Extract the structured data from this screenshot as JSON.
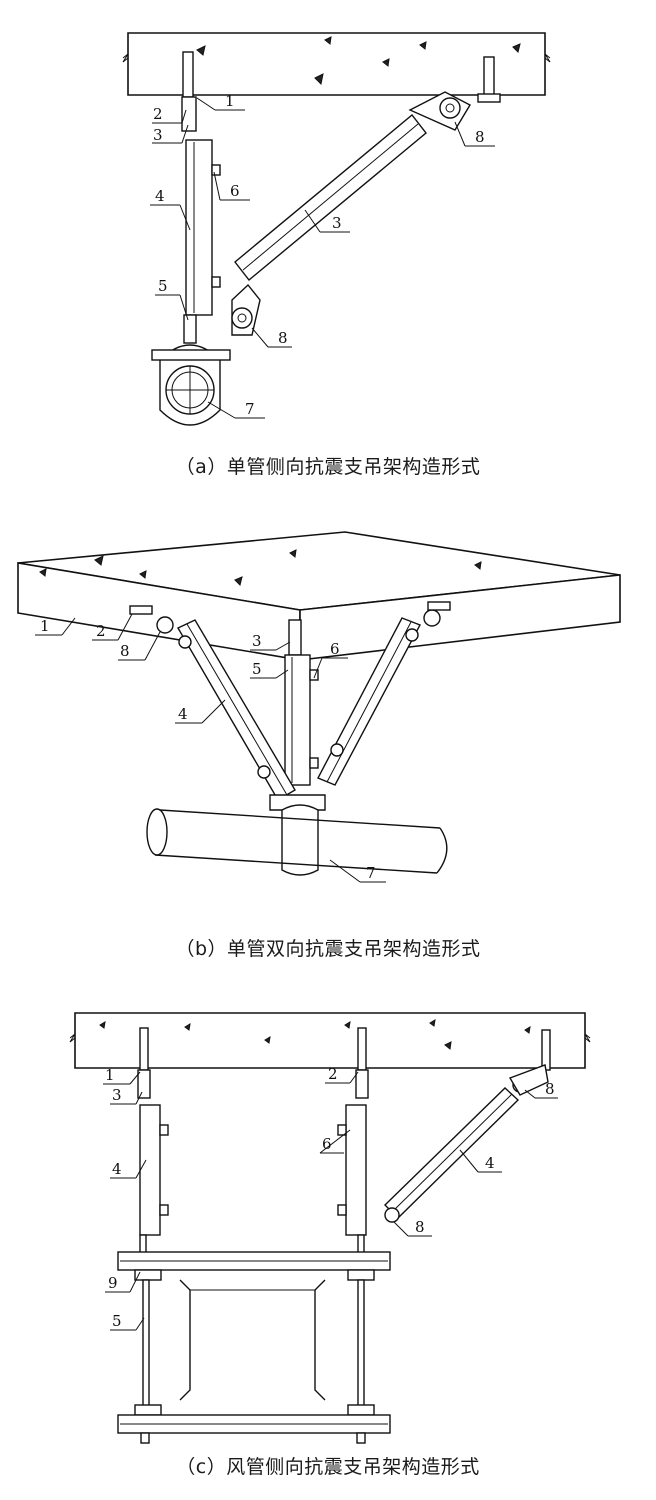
{
  "captions": {
    "a": "（a）单管侧向抗震支吊架构造形式",
    "b": "（b）单管双向抗震支吊架构造形式",
    "c": "（c）风管侧向抗震支吊架构造形式"
  },
  "labels": {
    "a": [
      "1",
      "2",
      "3",
      "3",
      "4",
      "5",
      "6",
      "7",
      "8",
      "8"
    ],
    "b": [
      "1",
      "2",
      "8",
      "3",
      "5",
      "6",
      "4",
      "7"
    ],
    "c": [
      "1",
      "3",
      "2",
      "4",
      "6",
      "4",
      "8",
      "8",
      "9",
      "5"
    ]
  }
}
